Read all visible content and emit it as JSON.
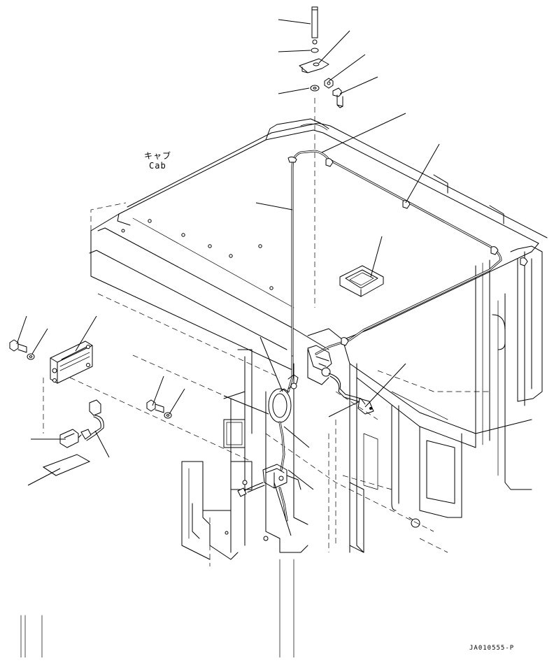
{
  "labels": {
    "cab_jp": "キャブ",
    "cab_en": "Cab"
  },
  "drawing_code": "JA010555-P"
}
